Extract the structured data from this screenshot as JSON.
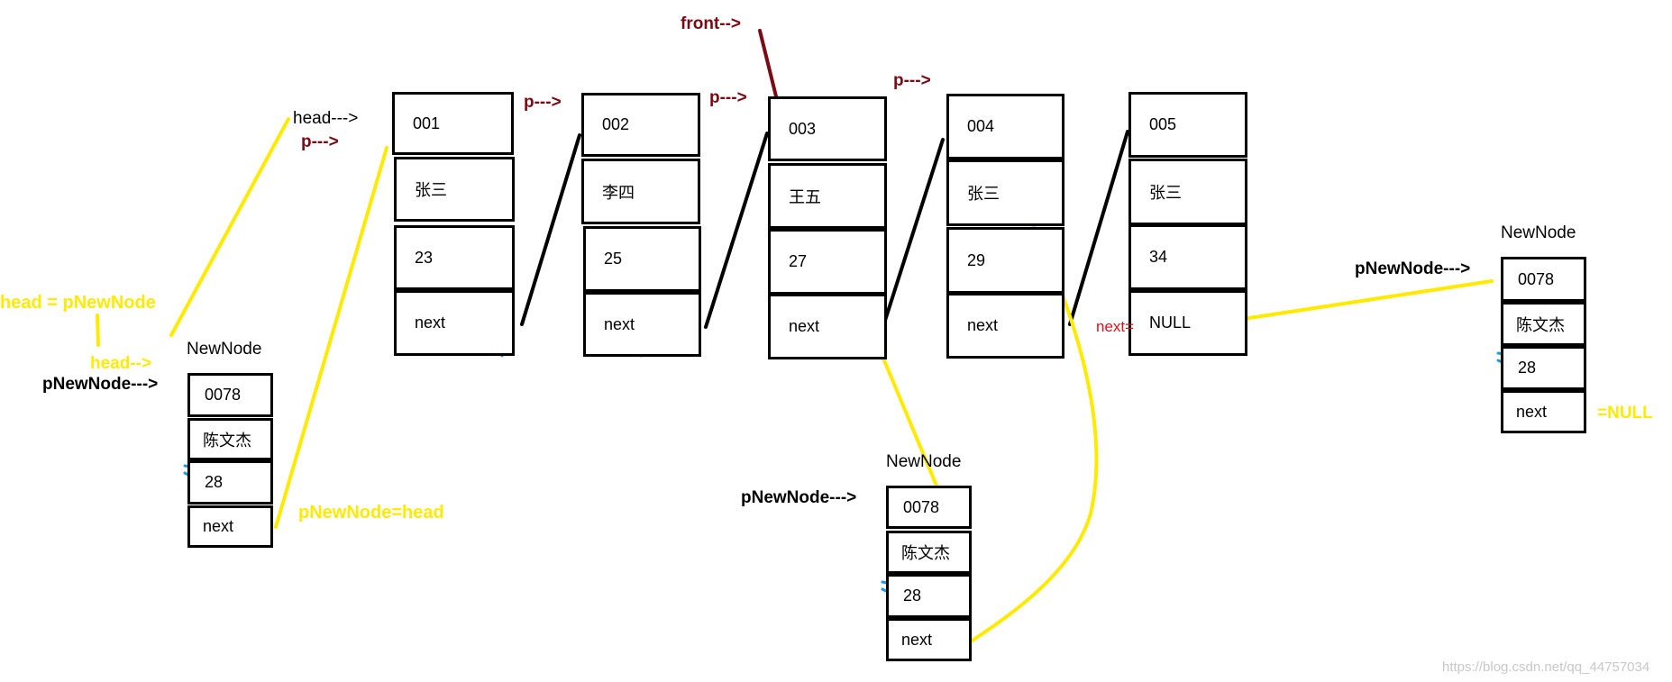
{
  "colors": {
    "node_border": "#000000",
    "yellow_link": "#ffea00",
    "pointer_label": "#7a0a14",
    "red_label": "#e0101a",
    "blue_mark": "#1a9de0",
    "watermark": "#c8c8c8"
  },
  "list_nodes": [
    {
      "id": "001",
      "name": "张三",
      "age": "23",
      "next": "next"
    },
    {
      "id": "002",
      "name": "李四",
      "age": "25",
      "next": "next"
    },
    {
      "id": "003",
      "name": "王五",
      "age": "27",
      "next": "next"
    },
    {
      "id": "004",
      "name": "张三",
      "age": "29",
      "next": "next"
    },
    {
      "id": "005",
      "name": "张三",
      "age": "34",
      "next": "NULL"
    }
  ],
  "new_node_fields": {
    "id": "0078",
    "name": "陈文杰",
    "age": "28",
    "next": "next"
  },
  "labels": {
    "front": "front-->",
    "p_arrow": "p--->",
    "head_arrow": "head--->",
    "head_yellow": "head-->",
    "head_eq_pnew": "head = pNewNode",
    "pnew_eq_head": "pNewNode=head",
    "pnew_arrow": "pNewNode--->",
    "new_node": "NewNode",
    "next_eq": "next=",
    "eq_null": "=NULL"
  },
  "watermark": "https://blog.csdn.net/qq_44757034"
}
